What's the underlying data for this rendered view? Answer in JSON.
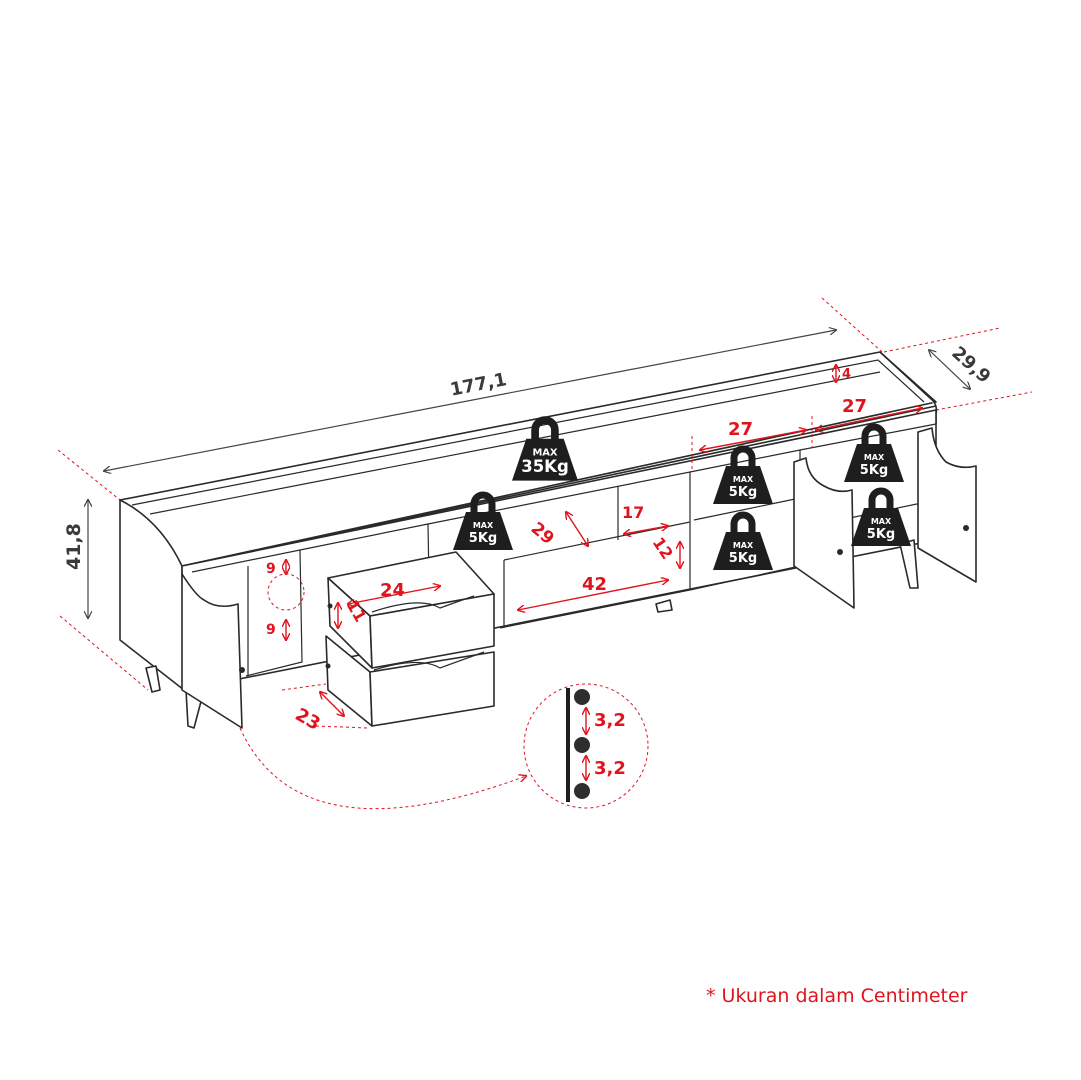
{
  "overall_dimensions": {
    "width": "177,1",
    "depth": "29,9",
    "height": "41,8"
  },
  "inner_dimensions": {
    "top_rail": "4",
    "right_compartment_width": "27",
    "center_right_compartment_width": "27",
    "shelf_depth": "29",
    "small_compartment_width": "17",
    "small_compartment_height": "12",
    "open_shelf_width": "42",
    "drawer_width": "24",
    "drawer_height": "11",
    "drawer_depth": "23",
    "side_compartment_upper": "9",
    "side_compartment_lower": "9"
  },
  "shelf_pin_spacing": {
    "upper": "3,2",
    "lower": "3,2"
  },
  "load_limits": {
    "top": {
      "max": "MAX",
      "value": "35Kg"
    },
    "left_shelf": {
      "max": "MAX",
      "value": "5Kg"
    },
    "center_upper": {
      "max": "MAX",
      "value": "5Kg"
    },
    "center_lower": {
      "max": "MAX",
      "value": "5Kg"
    },
    "right_upper": {
      "max": "MAX",
      "value": "5Kg"
    },
    "right_lower": {
      "max": "MAX",
      "value": "5Kg"
    }
  },
  "footnote": "* Ukuran dalam Centimeter",
  "colors": {
    "accent": "#e1141e",
    "line": "#2a2a2a",
    "weight_fill": "#1e1e1e"
  }
}
